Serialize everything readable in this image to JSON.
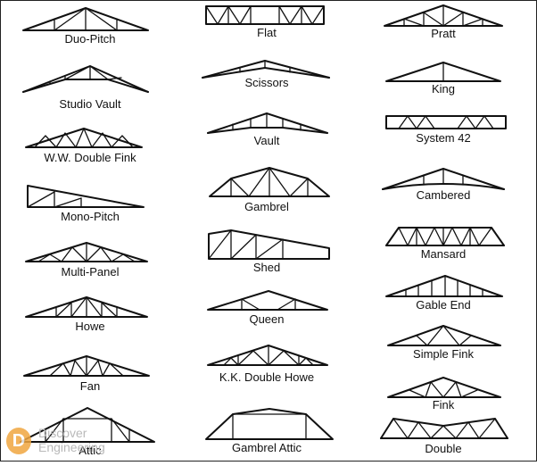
{
  "trusses": [
    {
      "id": "duo-pitch",
      "label": "Duo-Pitch"
    },
    {
      "id": "studio-vault",
      "label": "Studio Vault"
    },
    {
      "id": "ww-double-fink",
      "label": "W.W. Double Fink"
    },
    {
      "id": "mono-pitch",
      "label": "Mono-Pitch"
    },
    {
      "id": "multi-panel",
      "label": "Multi-Panel"
    },
    {
      "id": "howe",
      "label": "Howe"
    },
    {
      "id": "fan",
      "label": "Fan"
    },
    {
      "id": "attic",
      "label": "Attic"
    },
    {
      "id": "flat",
      "label": "Flat"
    },
    {
      "id": "scissors",
      "label": "Scissors"
    },
    {
      "id": "vault",
      "label": "Vault"
    },
    {
      "id": "gambrel",
      "label": "Gambrel"
    },
    {
      "id": "shed",
      "label": "Shed"
    },
    {
      "id": "queen",
      "label": "Queen"
    },
    {
      "id": "kk-double-howe",
      "label": "K.K. Double Howe"
    },
    {
      "id": "gambrel-attic",
      "label": "Gambrel Attic"
    },
    {
      "id": "pratt",
      "label": "Pratt"
    },
    {
      "id": "king",
      "label": "King"
    },
    {
      "id": "system-42",
      "label": "System 42"
    },
    {
      "id": "cambered",
      "label": "Cambered"
    },
    {
      "id": "mansard",
      "label": "Mansard"
    },
    {
      "id": "gable-end",
      "label": "Gable End"
    },
    {
      "id": "simple-fink",
      "label": "Simple Fink"
    },
    {
      "id": "fink",
      "label": "Fink"
    },
    {
      "id": "double",
      "label": "Double"
    }
  ],
  "watermark": {
    "logo_letter": "D",
    "line1": "Discover",
    "line2": "Engineering"
  }
}
